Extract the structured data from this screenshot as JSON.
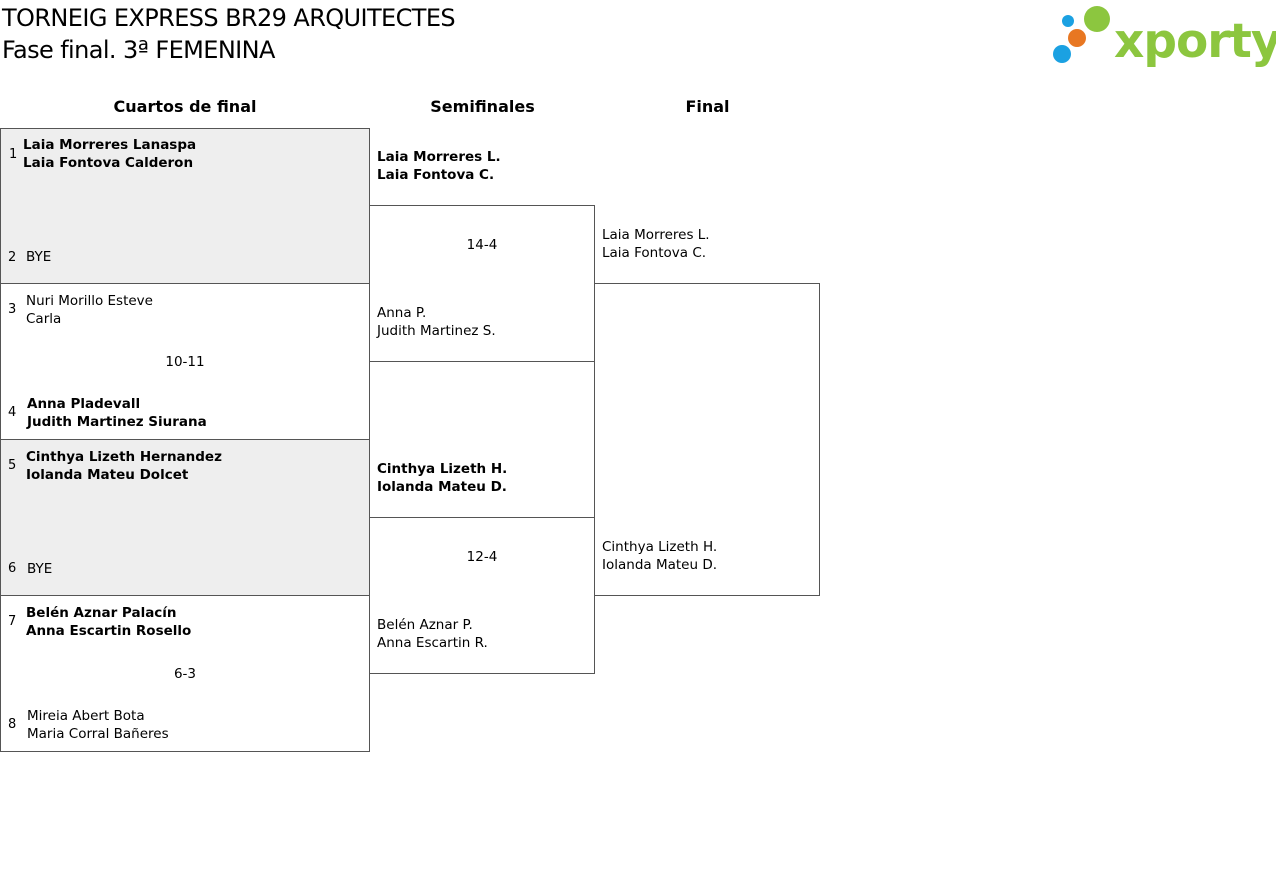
{
  "title": "TORNEIG EXPRESS BR29 ARQUITECTES",
  "subtitle": "Fase final. 3ª FEMENINA",
  "logo": {
    "text": "xporty",
    "colors": [
      "#8cc63f",
      "#e87722",
      "#1ba1e2"
    ]
  },
  "headers": {
    "quarters": "Cuartos de final",
    "semis": "Semifinales",
    "final": "Final"
  },
  "quarterfinals": [
    {
      "seed_a": "1",
      "team_a": [
        "Laia Morreres Lanaspa",
        "Laia Fontova Calderon"
      ],
      "seed_b": "2",
      "team_b": [
        "BYE"
      ],
      "score": ""
    },
    {
      "seed_a": "3",
      "team_a": [
        "Nuri Morillo Esteve",
        "Carla"
      ],
      "seed_b": "4",
      "team_b": [
        "Anna Pladevall",
        "Judith Martinez Siurana"
      ],
      "score": "10-11"
    },
    {
      "seed_a": "5",
      "team_a": [
        "Cinthya Lizeth Hernandez",
        "Iolanda Mateu Dolcet"
      ],
      "seed_b": "6",
      "team_b": [
        "BYE"
      ],
      "score": ""
    },
    {
      "seed_a": "7",
      "team_a": [
        "Belén Aznar Palacín",
        "Anna Escartin Rosello"
      ],
      "seed_b": "8",
      "team_b": [
        "Mireia Abert Bota",
        "Maria Corral Bañeres"
      ],
      "score": "6-3"
    }
  ],
  "semifinals": [
    {
      "team_a": [
        "Laia Morreres L.",
        "Laia Fontova C."
      ],
      "team_b": [
        "Anna P.",
        "Judith Martinez S."
      ],
      "score": "14-4"
    },
    {
      "team_a": [
        "Cinthya Lizeth H.",
        "Iolanda Mateu D."
      ],
      "team_b": [
        "Belén Aznar P.",
        "Anna Escartin R."
      ],
      "score": "12-4"
    }
  ],
  "final": {
    "team_a": [
      "Laia Morreres L.",
      "Laia Fontova C."
    ],
    "team_b": [
      "Cinthya Lizeth H.",
      "Iolanda Mateu D."
    ]
  }
}
